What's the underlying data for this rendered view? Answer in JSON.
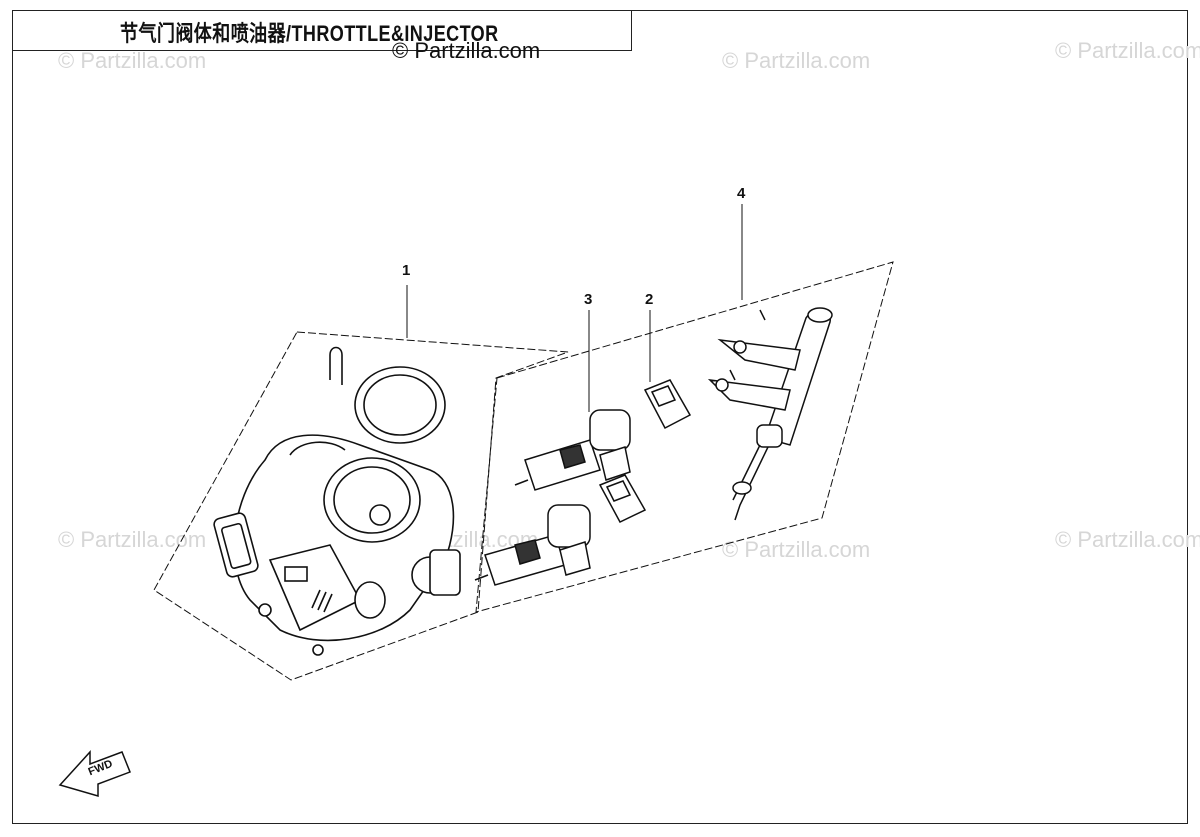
{
  "header": {
    "title": "节气门阀体和喷油器/THROTTLE&INJECTOR",
    "copyright": "© Partzilla.com"
  },
  "watermarks": [
    "© Partzilla.com",
    "© Partzilla.com",
    "© Partzilla.com",
    "© Partzilla.com",
    "© Partzilla.com",
    "© Partzilla.com",
    "© Partzilla.com"
  ],
  "callouts": [
    {
      "number": "1",
      "part": "throttle-body"
    },
    {
      "number": "2",
      "part": "injector-connector"
    },
    {
      "number": "3",
      "part": "fuel-injector"
    },
    {
      "number": "4",
      "part": "fuel-rail"
    }
  ],
  "fwd_label": "FWD"
}
